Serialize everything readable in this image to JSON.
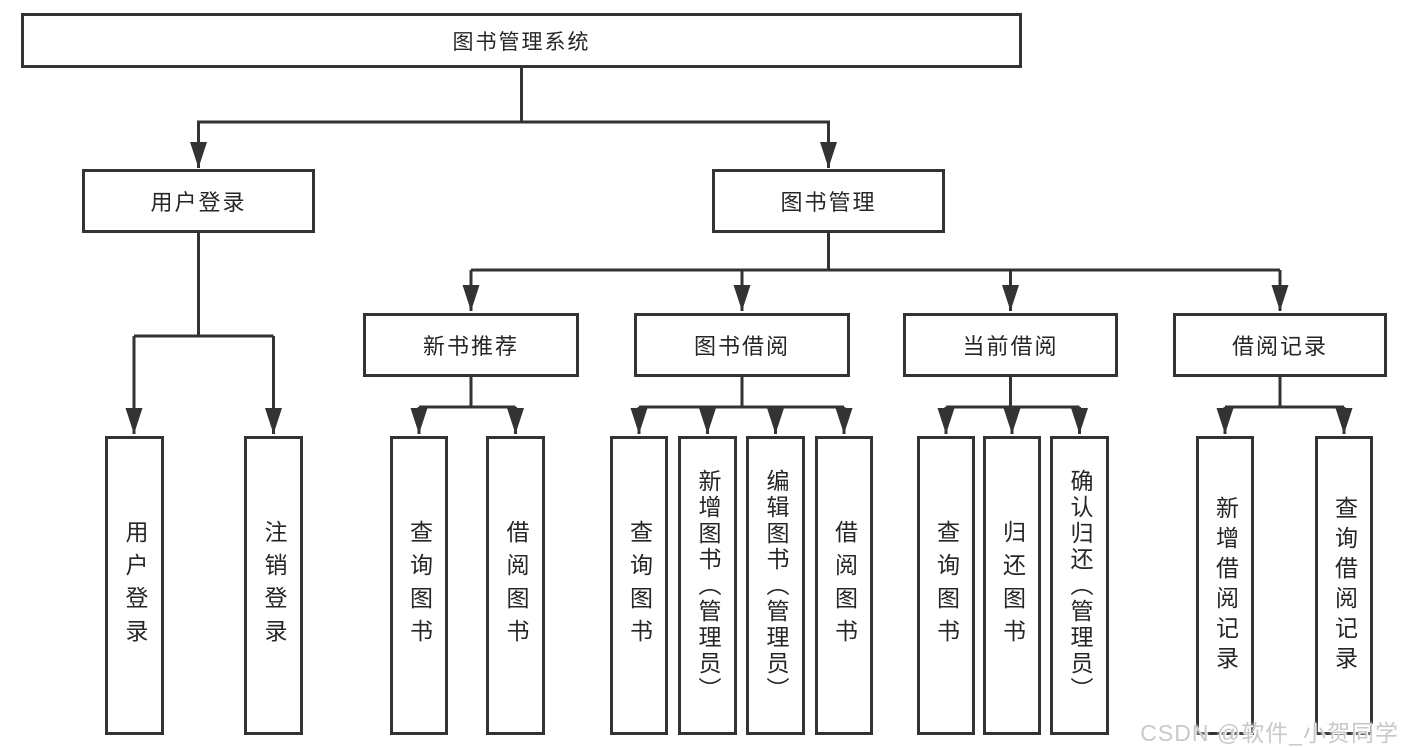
{
  "tree": {
    "root": "图书管理系统",
    "user_login": {
      "label": "用户登录",
      "children": {
        "login": "用户登录",
        "logout": "注销登录"
      }
    },
    "book_mgmt": {
      "label": "图书管理",
      "children": {
        "new_book": {
          "label": "新书推荐",
          "children": {
            "query": "查询图书",
            "borrow": "借阅图书"
          }
        },
        "book_borrow": {
          "label": "图书借阅",
          "children": {
            "query": "查询图书",
            "add": "新增图书（管理员）",
            "edit": "编辑图书（管理员）",
            "borrow": "借阅图书"
          }
        },
        "current_borrow": {
          "label": "当前借阅",
          "children": {
            "query": "查询图书",
            "return": "归还图书",
            "confirm": "确认归还（管理员）"
          }
        },
        "records": {
          "label": "借阅记录",
          "children": {
            "add": "新增借阅记录",
            "query": "查询借阅记录"
          }
        }
      }
    }
  },
  "watermark": "CSDN @软件_小贺同学",
  "colors": {
    "line": "#333333",
    "box_background": "#ffffff",
    "text": "#262626",
    "watermark": "#c9c9c9"
  }
}
